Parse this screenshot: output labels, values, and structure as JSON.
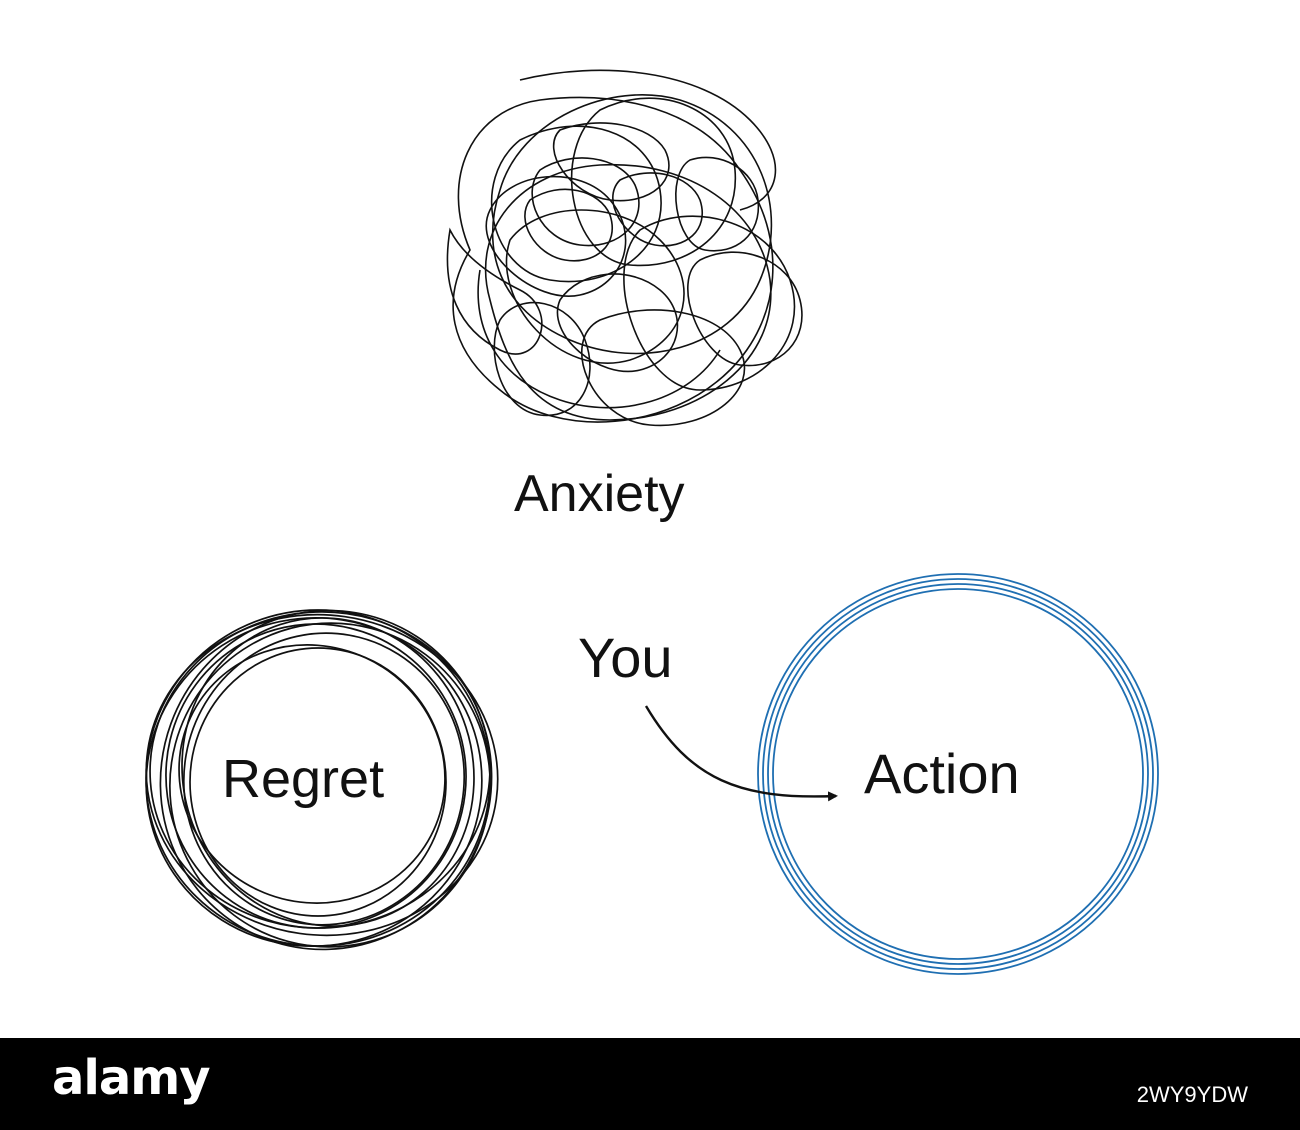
{
  "labels": {
    "anxiety": "Anxiety",
    "regret": "Regret",
    "you": "You",
    "action": "Action"
  },
  "colors": {
    "ink": "#111111",
    "action_ring": "#1f6fb2",
    "watermark_bg": "#000000",
    "watermark_text": "#ffffff"
  },
  "watermark": {
    "logo": "alamy",
    "image_id": "2WY9YDW"
  }
}
